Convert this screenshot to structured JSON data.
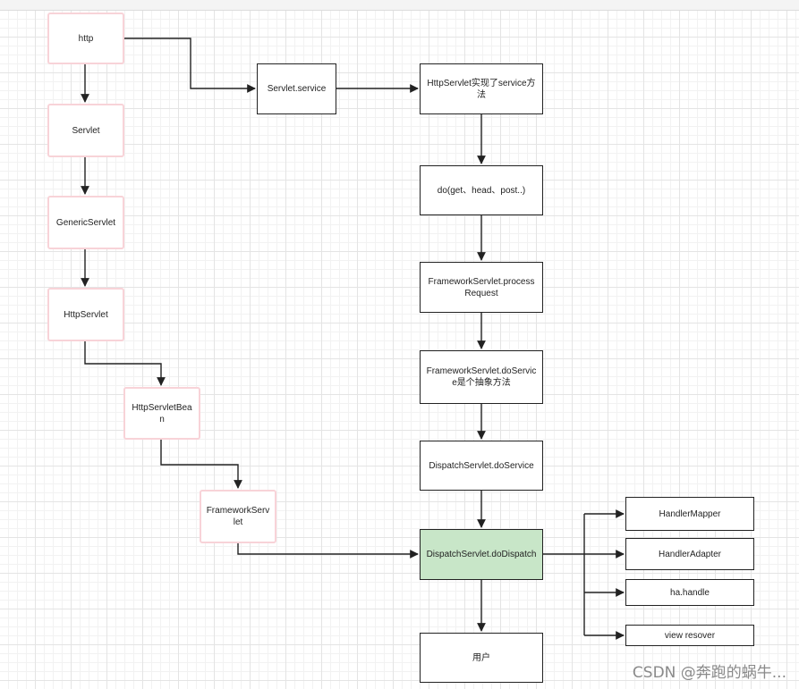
{
  "nodes": {
    "http": "http",
    "servlet": "Servlet",
    "generic_servlet": "GenericServlet",
    "http_servlet": "HttpServlet",
    "http_servlet_bean": "HttpServletBean",
    "framework_servlet": "FrameworkServlet",
    "servlet_service": "Servlet.service",
    "http_servlet_impl": "HttpServlet实现了service方法",
    "do_methods": "do(get、head、post..)",
    "process_request": "FrameworkServlet.processRequest",
    "do_service_abstract": "FrameworkServlet.doService是个抽象方法",
    "dispatch_do_service": "DispatchServlet.doService",
    "dispatch_do_dispatch": "DispatchServlet.doDispatch",
    "user": "用户",
    "handler_mapper": "HandlerMapper",
    "handler_adapter": "HandlerAdapter",
    "ha_handle": "ha.handle",
    "view_resolver": "view resover"
  },
  "colors": {
    "pink_border": "#f8d3d8",
    "highlight_fill": "#c8e6c8",
    "line": "#222222"
  },
  "watermark": "CSDN @奔跑的蜗牛..."
}
